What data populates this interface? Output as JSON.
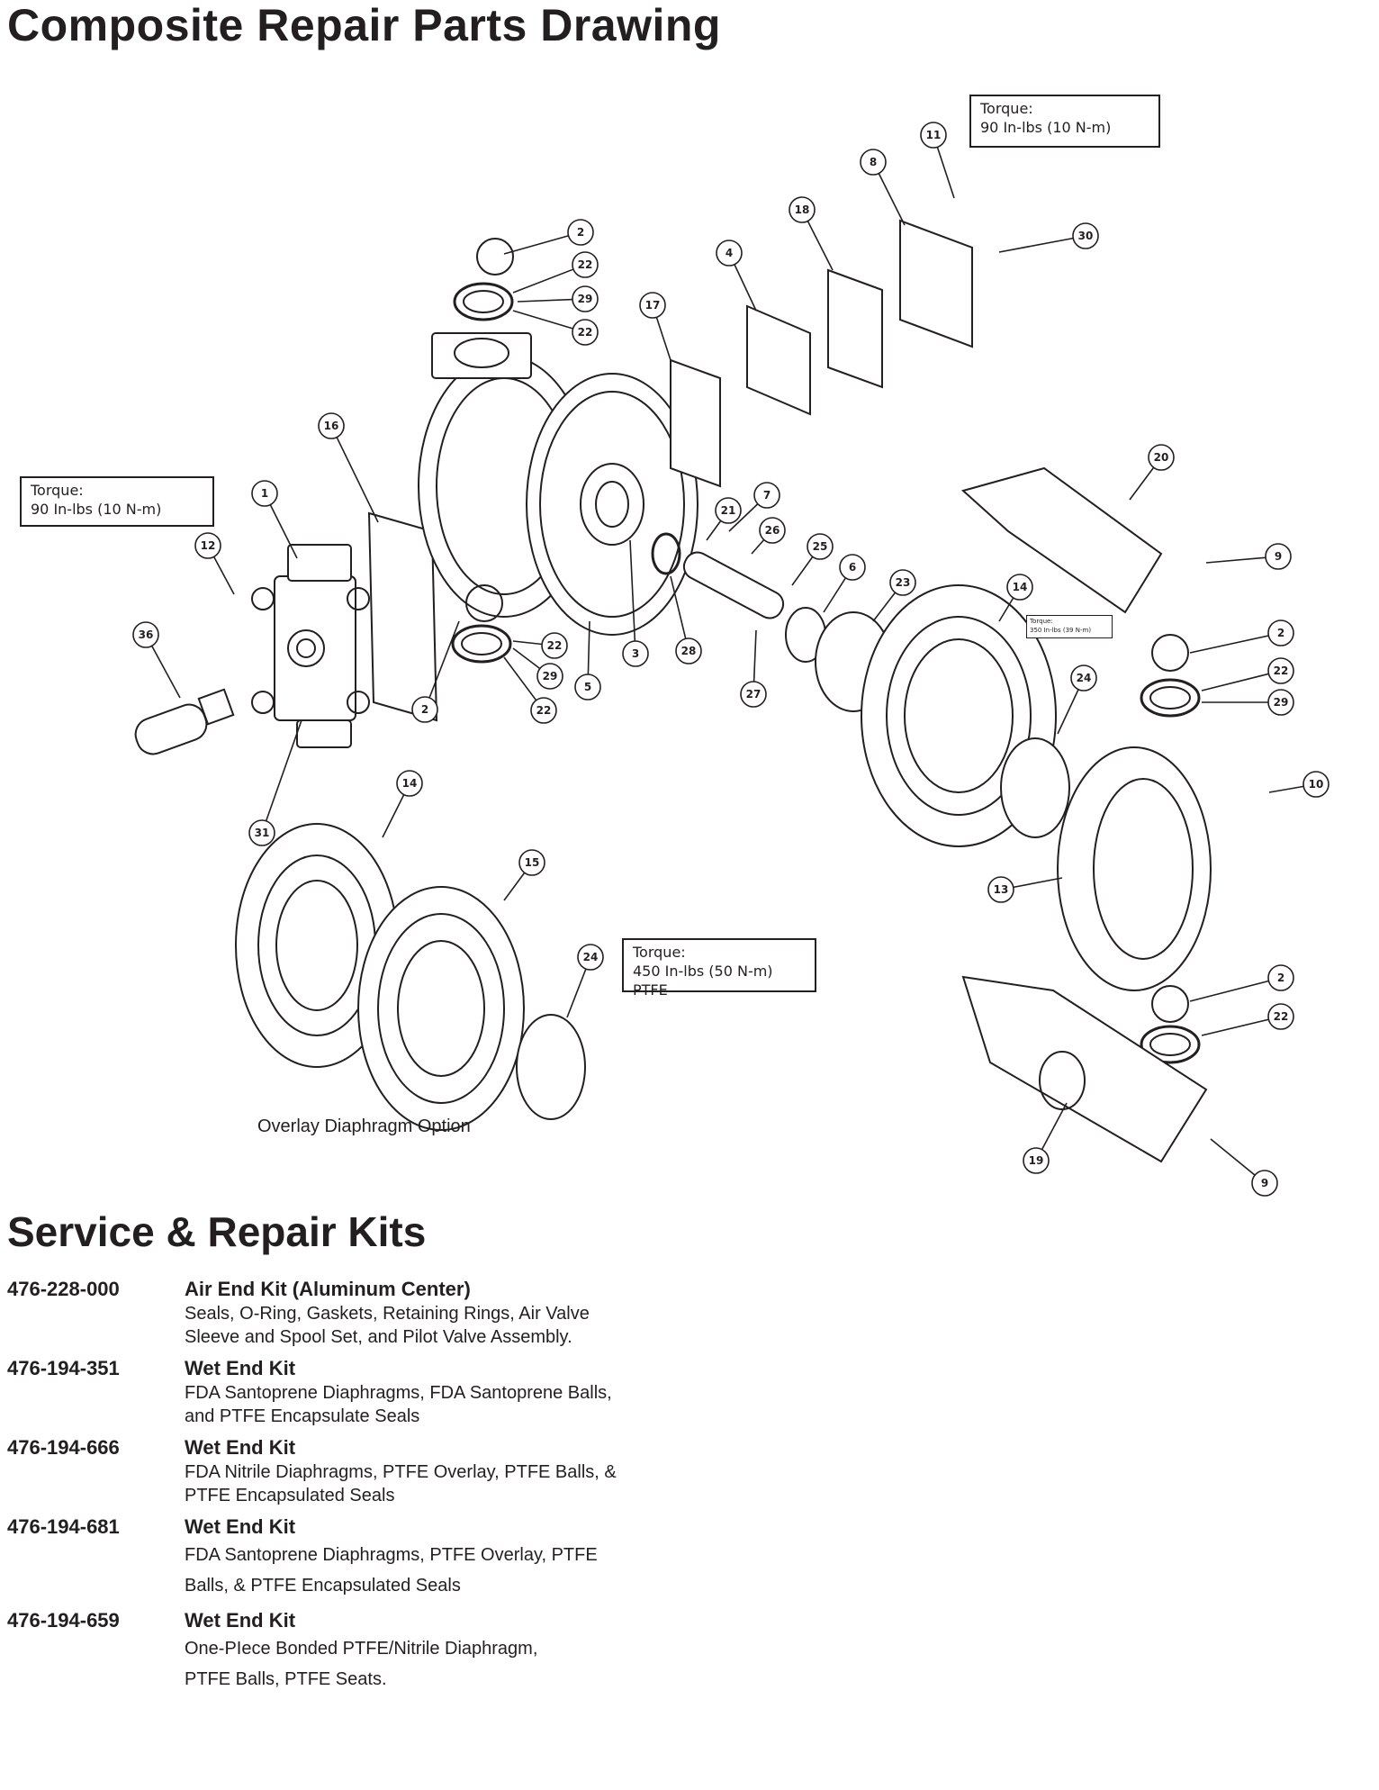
{
  "page_title": "Composite Repair Parts Drawing",
  "drawing": {
    "torque_notes": [
      {
        "label": "Torque:",
        "value": "90 In-lbs (10 N-m)"
      },
      {
        "label": "Torque:",
        "value": "90 In-lbs (10 N-m)"
      },
      {
        "label": "Torque:",
        "value": "350 In-lbs (39 N-m)"
      },
      {
        "label": "Torque:",
        "value": "450 In-lbs (50 N-m) PTFE"
      }
    ],
    "overlay_label": "Overlay Diaphragm Option",
    "callouts": [
      "1",
      "2",
      "2",
      "2",
      "2",
      "3",
      "4",
      "5",
      "6",
      "7",
      "8",
      "9",
      "9",
      "10",
      "11",
      "12",
      "13",
      "14",
      "14",
      "15",
      "16",
      "17",
      "18",
      "19",
      "20",
      "21",
      "22",
      "22",
      "22",
      "22",
      "22",
      "22",
      "23",
      "24",
      "24",
      "25",
      "26",
      "27",
      "28",
      "29",
      "29",
      "29",
      "30",
      "31",
      "36"
    ]
  },
  "kits_title": "Service & Repair Kits",
  "kits": [
    {
      "part_number": "476-228-000",
      "name": "Air End Kit (Aluminum Center)",
      "desc_lines": [
        "Seals, O-Ring, Gaskets, Retaining Rings, Air Valve",
        "Sleeve and Spool Set, and Pilot Valve Assembly."
      ]
    },
    {
      "part_number": "476-194-351",
      "name": "Wet End Kit",
      "desc_lines": [
        "FDA Santoprene Diaphragms, FDA Santoprene Balls,",
        "and PTFE Encapsulate Seals"
      ]
    },
    {
      "part_number": "476-194-666",
      "name": "Wet End Kit",
      "desc_lines": [
        "FDA Nitrile Diaphragms, PTFE Overlay, PTFE Balls, &",
        "PTFE Encapsulated Seals"
      ]
    },
    {
      "part_number": "476-194-681",
      "name": "Wet End Kit",
      "desc_lines": [
        "FDA Santoprene Diaphragms, PTFE Overlay, PTFE",
        "Balls, & PTFE Encapsulated Seals"
      ]
    },
    {
      "part_number": "476-194-659",
      "name": "Wet End Kit",
      "desc_lines": [
        "One-PIece Bonded PTFE/Nitrile Diaphragm,",
        "PTFE Balls, PTFE Seats."
      ]
    }
  ]
}
